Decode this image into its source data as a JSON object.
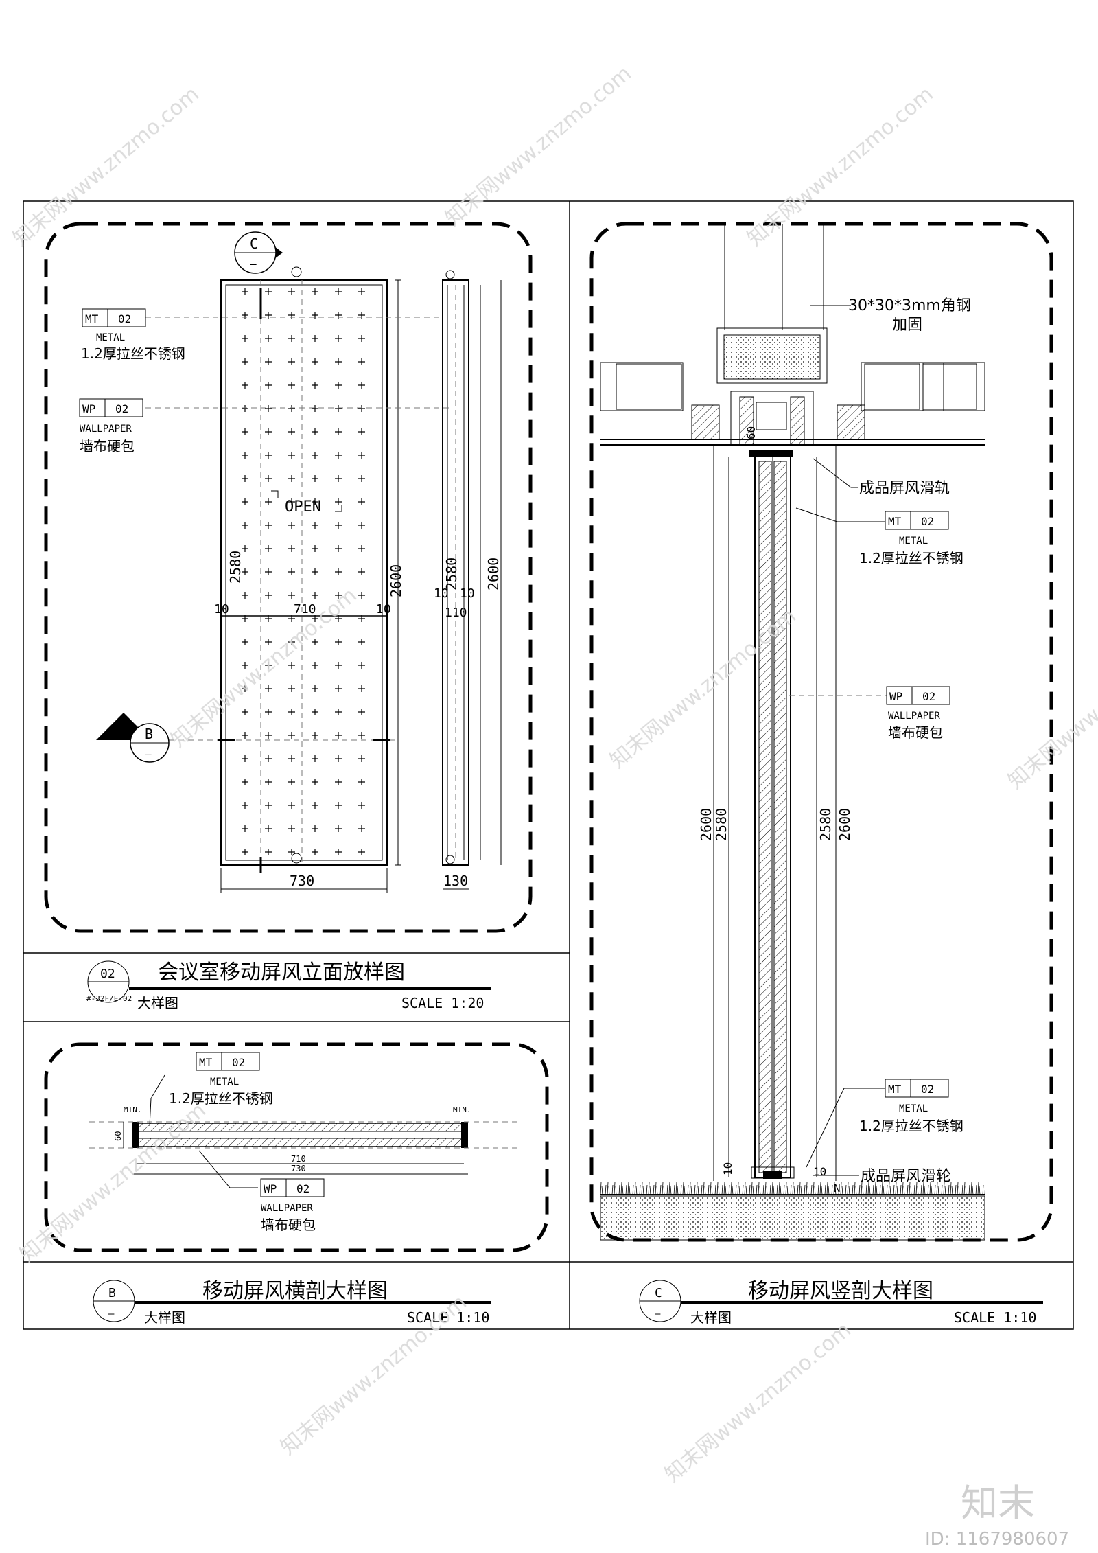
{
  "elevation": {
    "tag_metal": {
      "code": "MT",
      "num": "02",
      "word": "METAL",
      "desc": "1.2厚拉丝不锈钢"
    },
    "tag_wall": {
      "code": "WP",
      "num": "02",
      "word": "WALLPAPER",
      "desc": "墙布硬包"
    },
    "section_c": {
      "letter": "C",
      "sub": "—"
    },
    "section_b": {
      "letter": "B",
      "sub": "—"
    },
    "open_text": "OPEN",
    "dims": {
      "d2580": "2580",
      "d2600": "2600",
      "d10a": "10",
      "d710": "710",
      "d10b": "10",
      "d730": "730",
      "s2580": "2580",
      "s2600": "2600",
      "s10a": "10",
      "s10b": "10",
      "s110": "110",
      "s130": "130"
    },
    "title_block": {
      "no": "02",
      "ref": "#-32F/E-02",
      "title": "会议室移动屏风立面放样图",
      "sub": "大样图",
      "scale": "SCALE 1:20"
    }
  },
  "horizontal": {
    "tag_metal": {
      "code": "MT",
      "num": "02",
      "word": "METAL",
      "desc": "1.2厚拉丝不锈钢"
    },
    "tag_wall": {
      "code": "WP",
      "num": "02",
      "word": "WALLPAPER",
      "desc": "墙布硬包"
    },
    "dims": {
      "min_l": "MIN.",
      "min_r": "MIN.",
      "d60": "60",
      "d710": "710",
      "d730": "730"
    },
    "title_block": {
      "letter": "B",
      "sub_mark": "—",
      "title": "移动屏风横剖大样图",
      "sub": "大样图",
      "scale": "SCALE 1:10"
    }
  },
  "vertical": {
    "note_angle": "30*30*3mm角钢",
    "note_angle2": "加固",
    "note_rail": "成品屏风滑轨",
    "note_wheel": "成品屏风滑轮",
    "tag_metal_top": {
      "code": "MT",
      "num": "02",
      "word": "METAL",
      "desc": "1.2厚拉丝不锈钢"
    },
    "tag_wall": {
      "code": "WP",
      "num": "02",
      "word": "WALLPAPER",
      "desc": "墙布硬包"
    },
    "tag_metal_bot": {
      "code": "MT",
      "num": "02",
      "word": "METAL",
      "desc": "1.2厚拉丝不锈钢"
    },
    "dims": {
      "l2600": "2600",
      "l2580": "2580",
      "r2580": "2580",
      "r2600": "2600",
      "d60": "60",
      "d10": "10",
      "dm": "10",
      "dn": "N"
    },
    "title_block": {
      "letter": "C",
      "sub_mark": "—",
      "title": "移动屏风竖剖大样图",
      "sub": "大样图",
      "scale": "SCALE 1:10"
    }
  },
  "watermarks": {
    "site": "知末网www.znzmo.com",
    "logo": "知末",
    "id": "ID: 1167980607"
  }
}
